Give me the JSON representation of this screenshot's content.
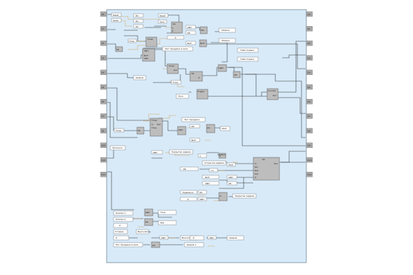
{
  "sheet": {
    "background": "#d8eaf8",
    "border": "#6f8597"
  },
  "left_pins": [
    "00",
    "01",
    "02",
    "03",
    "04",
    "05",
    "06",
    "07",
    "08",
    "009",
    "010",
    "011"
  ],
  "right_pins": [
    "Q0",
    "Q1",
    "Q2",
    "Q3",
    "Q4",
    "Q5",
    "Q6",
    "Q7",
    "Q8",
    "Q9",
    "Q10",
    "Q11"
  ],
  "comments": {
    "c01": "Reset",
    "c02": "Modbus",
    "c03": "Vent",
    "c04": "Start",
    "c05": "Modbus",
    "c06": "Modbus",
    "c07": "Нет продувки в зале",
    "c08": "Тайм подача",
    "c09": "Тайм подача",
    "c10": "Авария",
    "c11": "T.Ven",
    "c12": "Пуск",
    "c13": "Нет продувки",
    "c14": "Закрытие задвиж.",
    "c15": "Заслонки",
    "c16": "Открытие задвиж.",
    "c17": "Закрытие задвиж.",
    "c18": "Задвижка",
    "c19": "Клапан 1",
    "c20": "Клапан 2",
    "c21": "Уставка",
    "c22": "Вентилятор",
    "c23": "Нет продувки в зале",
    "c24": "Вентилятор",
    "c25": "Авария",
    "c26": "Авария 1"
  },
  "labels": {
    "b01": "Reset",
    "b02": "Modb",
    "b03": "0",
    "b04": "RS",
    "b05": "RS",
    "b06": "RS",
    "b07": "RS",
    "b08": "AND",
    "b09": "OR",
    "b10": "OR",
    "b11": "NOT",
    "b12": "NOT",
    "b13": "Timer",
    "b14": "Timer",
    "b15": "SR",
    "b16": "AND",
    "b17": "Timer",
    "b18": "SR",
    "b19": "AND",
    "b20": "OR",
    "b21": "Trigger",
    "b22": "Counter",
    "b23": "Timer",
    "b24": "SR",
    "b25": "Timer",
    "b26": "AND",
    "b27": "OR",
    "b28": "RS",
    "b29": "NOT",
    "b30": "AND",
    "b31": "1",
    "b32": "2",
    "b33": "MUX",
    "b34": "OR",
    "b35": "=1",
    "b36": "NOT",
    "b37": "AND",
    "b38": "AND",
    "b39": "SR",
    "b40": "RS",
    "b41": "Q",
    "b42": "AND",
    "b43": "Q",
    "b44": "Q",
    "b45": "AND",
    "b46": "Q",
    "b47": "AND",
    "b48": "OR",
    "k01": "1",
    "k02": "2",
    "k03": "NOT",
    "k04": "AND",
    "k05": "In",
    "k06": "Dis",
    "k07": "Res",
    "k08": "Set",
    "k09": "Q",
    "k10": "AND",
    "k11": "OR",
    "k12": "Out",
    "k13": "Time",
    "k14": "Res",
    "k15": "RS",
    "k16": "In",
    "k17": "Out",
    "k18": "Q",
    "k19": "Out",
    "k20": "In",
    "k21": "Time",
    "k22": "Out"
  }
}
